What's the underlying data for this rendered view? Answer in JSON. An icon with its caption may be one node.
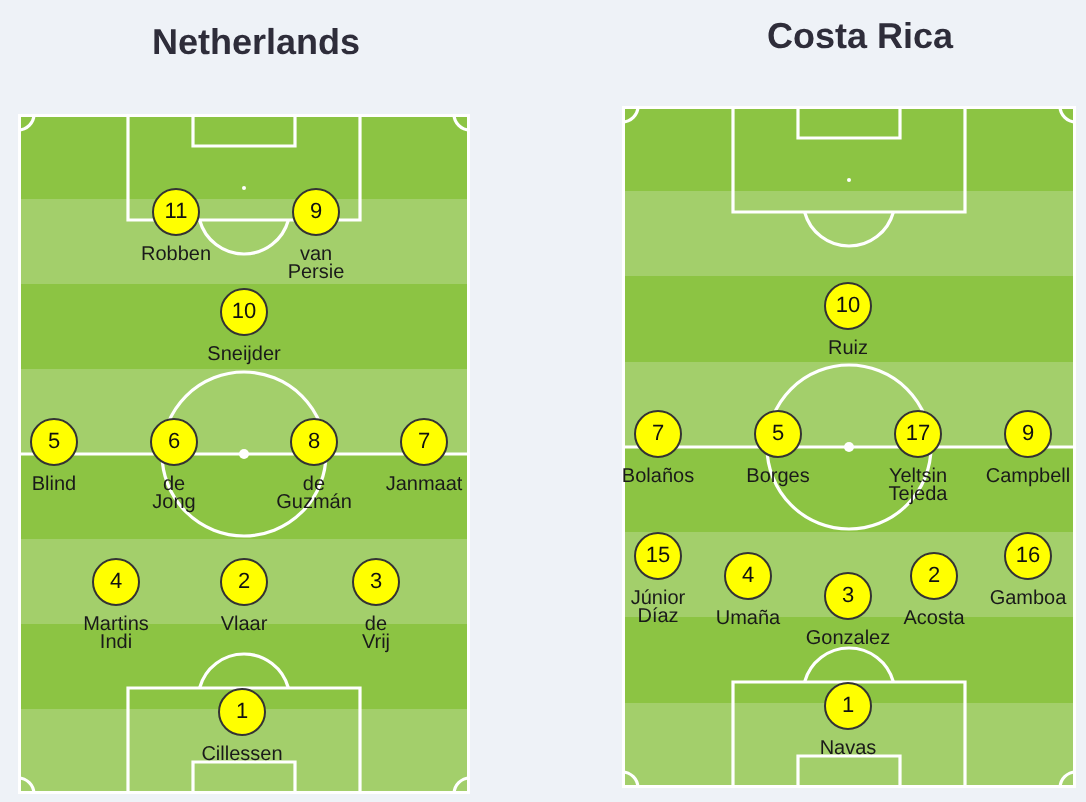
{
  "diagram": {
    "nodes": [
      {
        "text": [
          "Netherlands"
        ]
      },
      {
        "text": [
          "11"
        ],
        "beside": [
          "Robben"
        ],
        "in": 0
      },
      {
        "text": [
          "9"
        ],
        "beside": [
          "van Persie"
        ],
        "in": 0
      },
      {
        "text": [
          "10"
        ],
        "beside": [
          "Sneijder"
        ],
        "in": 0
      },
      {
        "text": [
          "5"
        ],
        "beside": [
          "Blind"
        ],
        "in": 0
      },
      {
        "text": [
          "6"
        ],
        "beside": [
          "de Jong"
        ],
        "in": 0
      },
      {
        "text": [
          "8"
        ],
        "beside": [
          "de Guzmán"
        ],
        "in": 0
      },
      {
        "text": [
          "7"
        ],
        "beside": [
          "Janmaat"
        ],
        "in": 0
      },
      {
        "text": [
          "4"
        ],
        "beside": [
          "Martins Indi"
        ],
        "in": 0
      },
      {
        "text": [
          "2"
        ],
        "beside": [
          "Vlaar"
        ],
        "in": 0
      },
      {
        "text": [
          "3"
        ],
        "beside": [
          "de Vrij"
        ],
        "in": 0
      },
      {
        "text": [
          "1"
        ],
        "beside": [
          "Cillessen"
        ],
        "in": 0
      },
      {
        "text": [
          "Costa Rica"
        ]
      },
      {
        "text": [
          "10"
        ],
        "beside": [
          "Ruiz"
        ],
        "in": 12
      },
      {
        "text": [
          "7"
        ],
        "beside": [
          "Bolaños"
        ],
        "in": 12
      },
      {
        "text": [
          "5"
        ],
        "beside": [
          "Borges"
        ],
        "in": 12
      },
      {
        "text": [
          "17"
        ],
        "beside": [
          "Yeltsin Tejeda"
        ],
        "in": 12
      },
      {
        "text": [
          "9"
        ],
        "beside": [
          "Campbell"
        ],
        "in": 12
      },
      {
        "text": [
          "15"
        ],
        "beside": [
          "Júnior Díaz"
        ],
        "in": 12
      },
      {
        "text": [
          "4"
        ],
        "beside": [
          "Umaña"
        ],
        "in": 12
      },
      {
        "text": [
          "3"
        ],
        "beside": [
          "Gonzalez"
        ],
        "in": 12
      },
      {
        "text": [
          "2"
        ],
        "beside": [
          "Acosta"
        ],
        "in": 12
      },
      {
        "text": [
          "16"
        ],
        "beside": [
          "Gamboa"
        ],
        "in": 12
      },
      {
        "text": [
          "1"
        ],
        "beside": [
          "Navas"
        ],
        "in": 12
      }
    ]
  }
}
